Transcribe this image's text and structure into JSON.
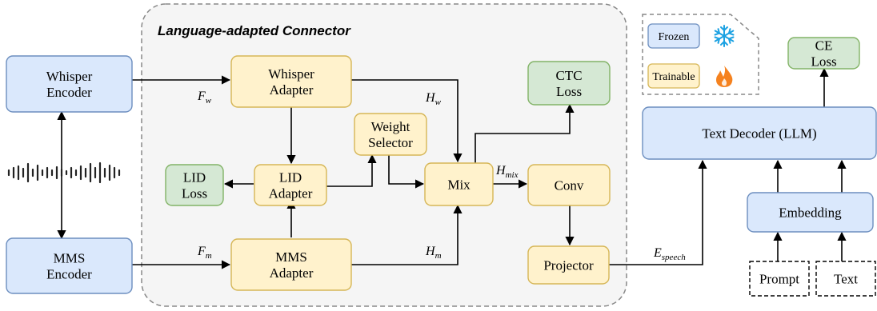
{
  "connector": {
    "title": "Language-adapted Connector"
  },
  "legend": {
    "frozen": "Frozen",
    "trainable": "Trainable"
  },
  "boxes": {
    "whisper_encoder": [
      "Whisper",
      "Encoder"
    ],
    "mms_encoder": [
      "MMS",
      "Encoder"
    ],
    "whisper_adapter": [
      "Whisper",
      "Adapter"
    ],
    "mms_adapter": [
      "MMS",
      "Adapter"
    ],
    "lid_adapter": [
      "LID",
      "Adapter"
    ],
    "lid_loss": [
      "LID",
      "Loss"
    ],
    "weight_selector": [
      "Weight",
      "Selector"
    ],
    "mix": [
      "Mix"
    ],
    "ctc_loss": [
      "CTC",
      "Loss"
    ],
    "conv": [
      "Conv"
    ],
    "projector": [
      "Projector"
    ],
    "text_decoder": [
      "Text Decoder (LLM)"
    ],
    "ce_loss": [
      "CE",
      "Loss"
    ],
    "embedding": [
      "Embedding"
    ],
    "prompt": [
      "Prompt"
    ],
    "text": [
      "Text"
    ]
  },
  "symbols": {
    "F_w": {
      "base": "F",
      "sub": "w"
    },
    "F_m": {
      "base": "F",
      "sub": "m"
    },
    "H_w": {
      "base": "H",
      "sub": "w"
    },
    "H_m": {
      "base": "H",
      "sub": "m"
    },
    "H_mix": {
      "base": "H",
      "sub": "mix"
    },
    "E_speech": {
      "base": "E",
      "sub": "speech"
    }
  },
  "colors": {
    "frozen_fill": "#dae8fc",
    "frozen_stroke": "#6c8ebf",
    "trainable_fill": "#fff2cc",
    "trainable_stroke": "#d6b656",
    "loss_fill": "#d5e8d4",
    "loss_stroke": "#82b366",
    "region_fill": "#f5f5f5",
    "snowflake": "#1ba1e2",
    "flame": "#f5821f"
  },
  "icons": {
    "frozen": "snowflake-icon",
    "trainable": "flame-icon",
    "audio": "waveform-icon"
  }
}
